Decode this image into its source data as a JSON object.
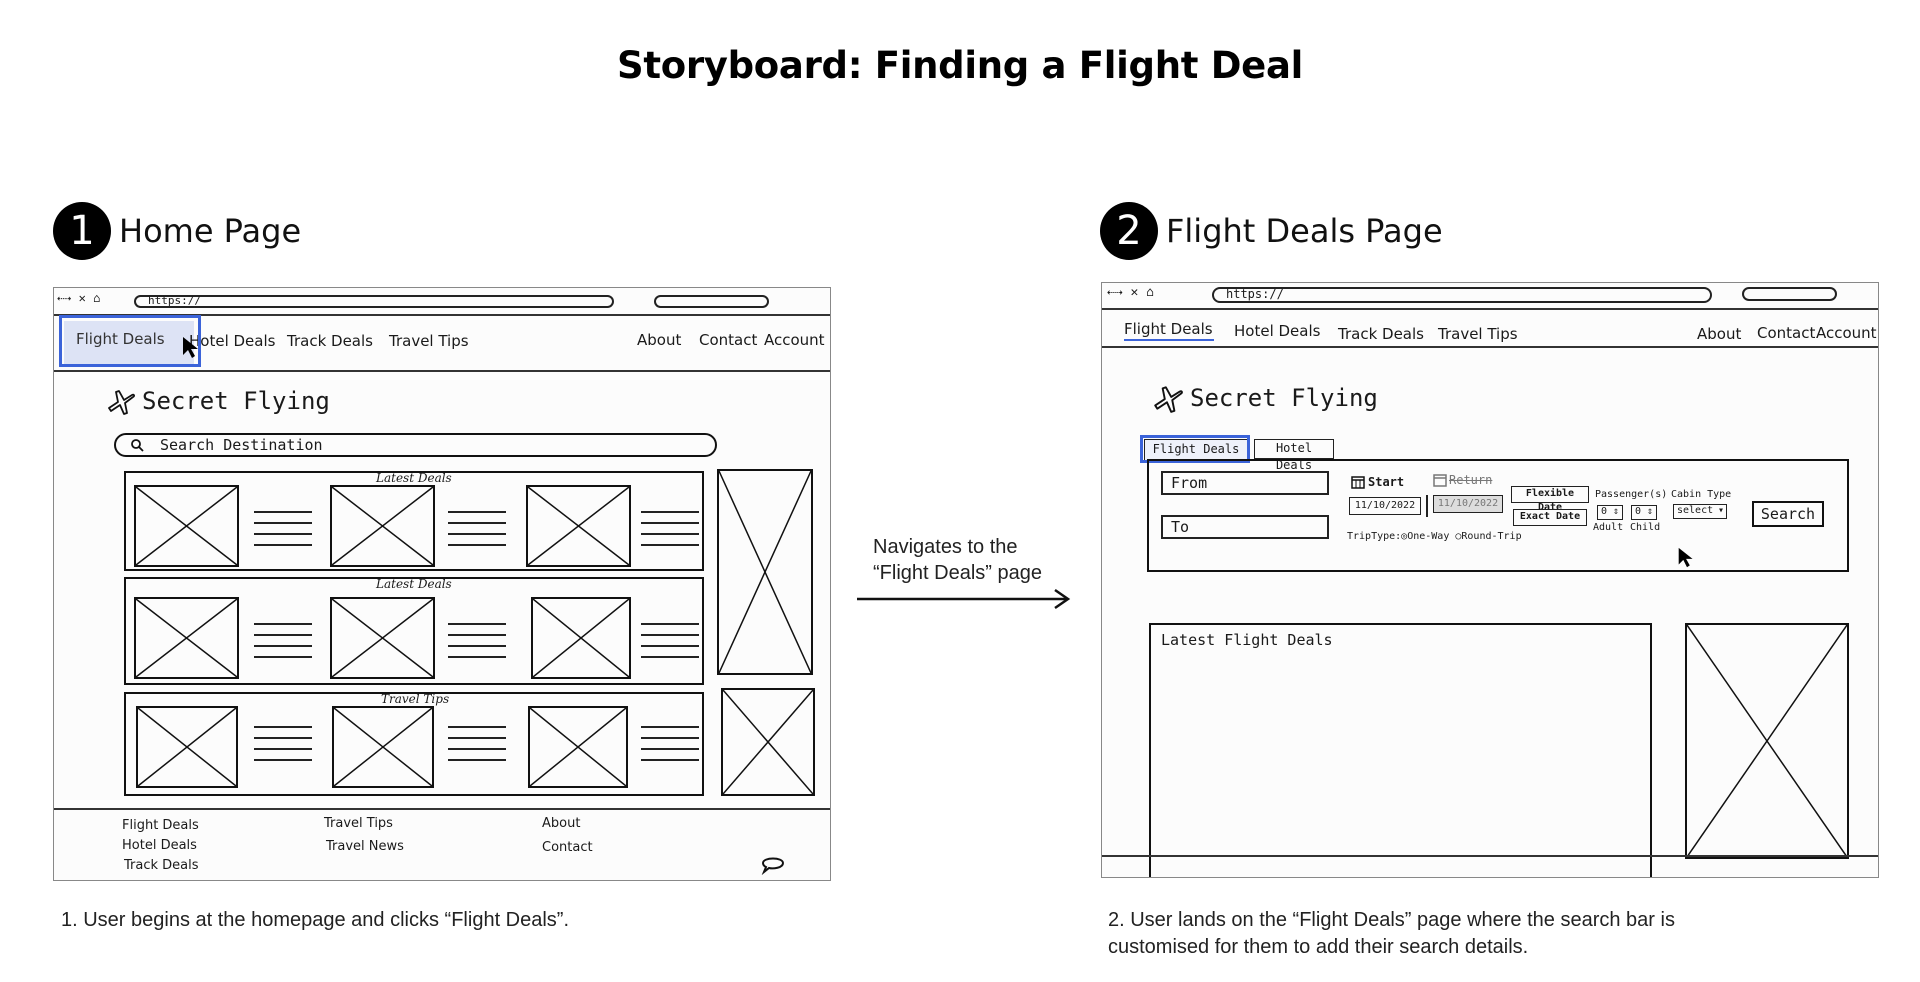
{
  "title": "Storyboard: Finding a Flight Deal",
  "colors": {
    "highlight": "#3b63d9",
    "ink": "#111111",
    "badge": "#000000"
  },
  "step1": {
    "number": "1",
    "heading": "Home Page",
    "caption": "1. User begins at the homepage and clicks “Flight Deals”.",
    "sketch": {
      "url": "https://",
      "nav_left": [
        "Flight Deals",
        "Hotel Deals",
        "Track Deals",
        "Travel Tips"
      ],
      "nav_right": [
        "About",
        "Contact",
        "Account"
      ],
      "brand": "Secret Flying",
      "search_placeholder": "Search Destination",
      "rows": [
        "Latest Deals",
        "Latest Deals",
        "Travel Tips"
      ],
      "footer_col1": [
        "Flight Deals",
        "Hotel Deals",
        "Track Deals"
      ],
      "footer_col2": [
        "Travel Tips",
        "Travel News"
      ],
      "footer_col3": [
        "About",
        "Contact"
      ]
    }
  },
  "arrow_text": {
    "line1": "Navigates to the",
    "line2": "“Flight Deals” page"
  },
  "step2": {
    "number": "2",
    "heading": "Flight Deals Page",
    "caption_line1": "2. User lands on the “Flight Deals” page where the search bar is",
    "caption_line2": "customised for them to add their search details.",
    "sketch": {
      "url": "https://",
      "nav_left": [
        "Flight Deals",
        "Hotel Deals",
        "Track Deals",
        "Travel Tips"
      ],
      "nav_right": [
        "About",
        "Contact",
        "Account"
      ],
      "brand": "Secret Flying",
      "tabs": [
        "Flight Deals",
        "Hotel Deals"
      ],
      "from_label": "From",
      "to_label": "To",
      "start_label": "Start",
      "return_label": "Return",
      "start_date": "11/10/2022",
      "return_date": "11/10/2022",
      "flexible_date": "Flexible Date",
      "exact_date": "Exact Date",
      "trip_type": "TripType:◎One-Way ○Round-Trip",
      "passengers_label": "Passenger(s)",
      "adult_value": "0",
      "child_value": "0",
      "adult_label": "Adult",
      "child_label": "Child",
      "cabin_label": "Cabin Type",
      "cabin_select": "select",
      "search_button": "Search",
      "latest_heading": "Latest Flight Deals"
    }
  }
}
